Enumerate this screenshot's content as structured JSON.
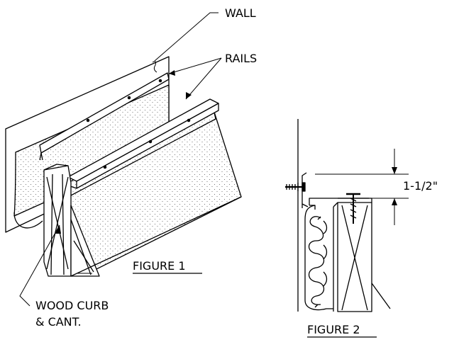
{
  "labels": {
    "wall": "WALL",
    "rails": "RAILS",
    "curb_line1": "WOOD CURB",
    "curb_line2": "& CANT.",
    "figure1": "FIGURE 1",
    "figure2": "FIGURE 2",
    "dimension": "1-1/2\""
  }
}
